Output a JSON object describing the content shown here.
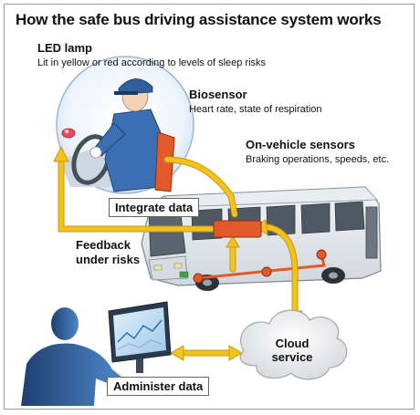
{
  "title": "How the safe bus driving assistance system works",
  "led": {
    "title": "LED lamp",
    "desc": "Lit in yellow or red according to levels of sleep risks"
  },
  "biosensor": {
    "title": "Biosensor",
    "desc": "Heart rate, state of respiration"
  },
  "sensors": {
    "title": "On-vehicle sensors",
    "desc": "Braking operations, speeds, etc."
  },
  "integrate": "Integrate data",
  "feedback": {
    "line1": "Feedback",
    "line2": "under risks"
  },
  "cloud": {
    "line1": "Cloud",
    "line2": "service"
  },
  "administer": "Administer data",
  "colors": {
    "arrow": "#f4c21d",
    "arrow_edge": "#c79a0a",
    "sensor": "#e25a2a",
    "driver_uniform": "#3b6fb3",
    "admin_silhouette": "#2f5f9e"
  }
}
